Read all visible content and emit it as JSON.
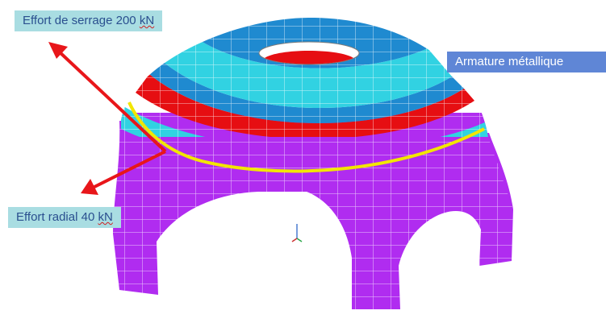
{
  "labels": {
    "serrage": {
      "prefix": "Effort de serrage 200 ",
      "unit": "kN"
    },
    "radial": {
      "prefix": "Effort radial 40 ",
      "unit": "kN"
    },
    "armature": "Armature métallique"
  },
  "colors": {
    "arrow": "#e8161a",
    "ring": "#f2e600",
    "dome_magenta": "#b02cf0",
    "dome_cyan": "#31d2e2",
    "dome_red": "#e60e12",
    "dome_blue": "#1f8ad0",
    "label_bg_cyan": "#a9dde2",
    "label_bg_blue": "#5f86d6"
  }
}
